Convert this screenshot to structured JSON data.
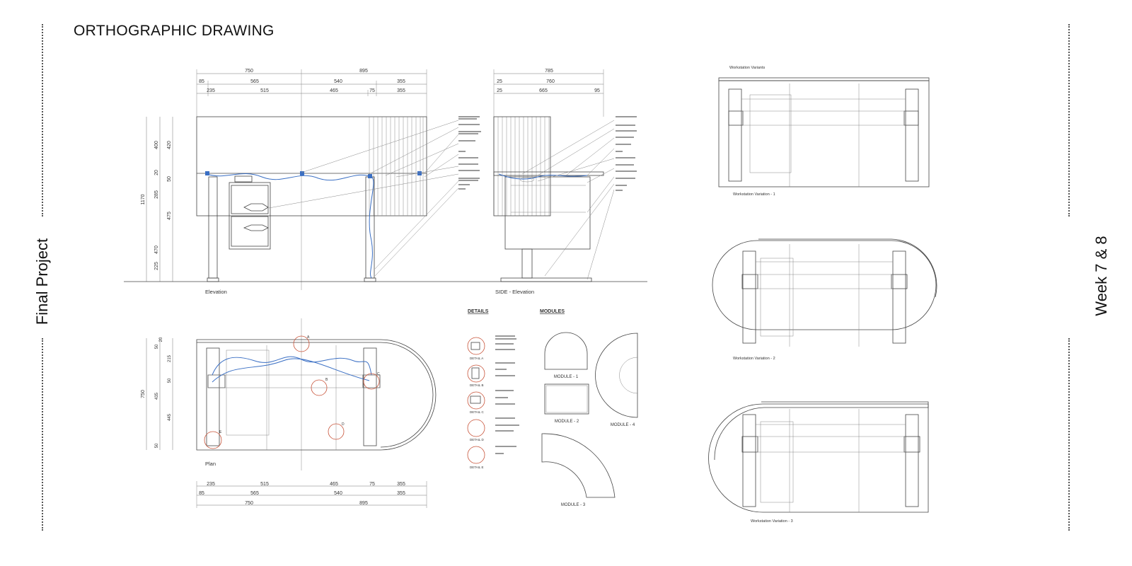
{
  "page": {
    "title": "ORTHOGRAPHIC DRAWING",
    "left_vertical_title": "Final Project",
    "right_vertical_title": "Week 7 & 8"
  },
  "views": {
    "elevation_label": "Elevation",
    "side_elevation_label": "SIDE - Elevation",
    "plan_label": "Plan",
    "details_heading": "DETAILS",
    "modules_heading": "MODULES"
  },
  "dimensions": {
    "elevation_top_row1": [
      "750",
      "895"
    ],
    "elevation_top_row2": [
      "85",
      "565",
      "540",
      "355"
    ],
    "elevation_top_row3": [
      "235",
      "515",
      "465",
      "75",
      "355"
    ],
    "side_top_row1": [
      "785"
    ],
    "side_top_row2": [
      "25",
      "760"
    ],
    "side_top_row3": [
      "25",
      "665",
      "95"
    ],
    "elevation_left_outer": [
      "1170"
    ],
    "elevation_left_mid": [
      "400",
      "20",
      "285",
      "470",
      "225"
    ],
    "elevation_left_inner": [
      "420",
      "50",
      "475"
    ],
    "plan_left_outer": [
      "750"
    ],
    "plan_left_inner": [
      "50",
      "20",
      "215",
      "50",
      "435",
      "445",
      "50"
    ],
    "plan_bottom_row1": [
      "235",
      "515",
      "465",
      "75",
      "355"
    ],
    "plan_bottom_row2": [
      "85",
      "565",
      "540",
      "355"
    ],
    "plan_bottom_row3": [
      "750",
      "895"
    ]
  },
  "details": [
    "DETAIL A",
    "DETAIL B",
    "DETAIL C",
    "DETAIL D",
    "DETAIL E"
  ],
  "detail_markers": [
    "A",
    "B",
    "C",
    "D",
    "E"
  ],
  "modules": [
    "MODULE - 1",
    "MODULE - 2",
    "MODULE - 3",
    "MODULE - 4"
  ],
  "variants": {
    "heading": "Workstation Variants",
    "labels": [
      "Workstation Variation - 1",
      "Workstation Variation - 2",
      "Workstation Variation - 3"
    ]
  },
  "colors": {
    "line": "#444444",
    "cable": "#3a6fc4",
    "detail_circle": "#c8543a"
  }
}
